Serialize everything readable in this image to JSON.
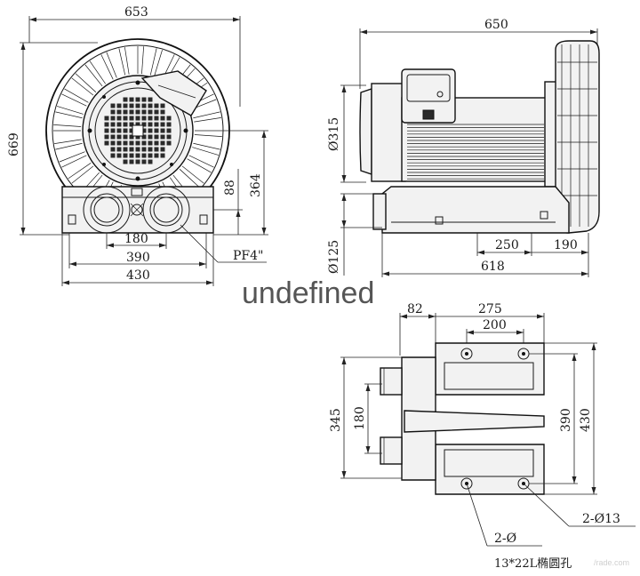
{
  "watermark": "undefined",
  "corner_mark": "/rade.com",
  "front_view": {
    "width_total": "653",
    "height_total": "669",
    "center_height": "364",
    "base_height": "88",
    "port_spacing": "180",
    "base_inner": "390",
    "base_outer": "430",
    "port_thread": "PF4\""
  },
  "side_view": {
    "length_total": "650",
    "motor_dia": "Ø315",
    "port_dia": "Ø125",
    "foot_span": "250",
    "foot_offset": "190",
    "base_length": "618"
  },
  "bottom_view": {
    "port_offset": "82",
    "hole_outer": "275",
    "hole_inner": "200",
    "width_outer": "345",
    "port_spacing": "180",
    "hole_span": "390",
    "base_width": "430",
    "callout_2d13": "2-Ø13",
    "callout_2d": "2-Ø",
    "callout_slot": "13*22L椭圆孔"
  }
}
